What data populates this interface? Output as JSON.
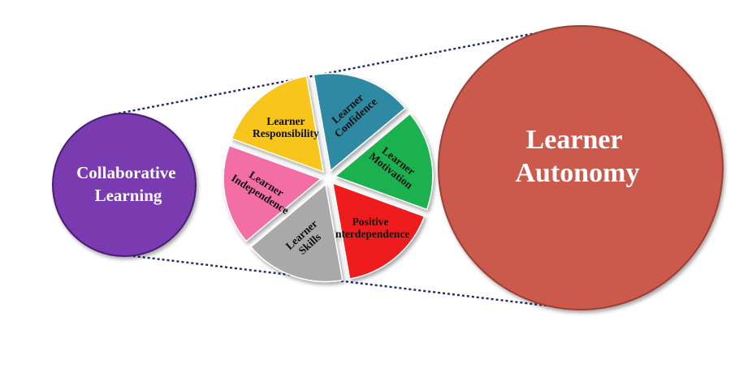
{
  "left_circle": {
    "lines": [
      "Collaborative",
      "Learning"
    ],
    "color": "#7a3bb0"
  },
  "right_circle": {
    "lines": [
      "Learner",
      "Autonomy"
    ],
    "color": "#cb5a4e"
  },
  "connector_color": "#1f2a6b",
  "slices": [
    {
      "lines": [
        "Learner",
        "Confidence"
      ],
      "color": "#2e8aa3"
    },
    {
      "lines": [
        "Learner",
        "Motivation"
      ],
      "color": "#1fb14f"
    },
    {
      "lines": [
        "Positive",
        "Interdependence"
      ],
      "color": "#ee1d1d"
    },
    {
      "lines": [
        "Learner",
        "Skills"
      ],
      "color": "#a9a9a9"
    },
    {
      "lines": [
        "Learner",
        "Independence"
      ],
      "color": "#f46ea6"
    },
    {
      "lines": [
        "Learner",
        "Responsibility"
      ],
      "color": "#f7c51a"
    }
  ]
}
